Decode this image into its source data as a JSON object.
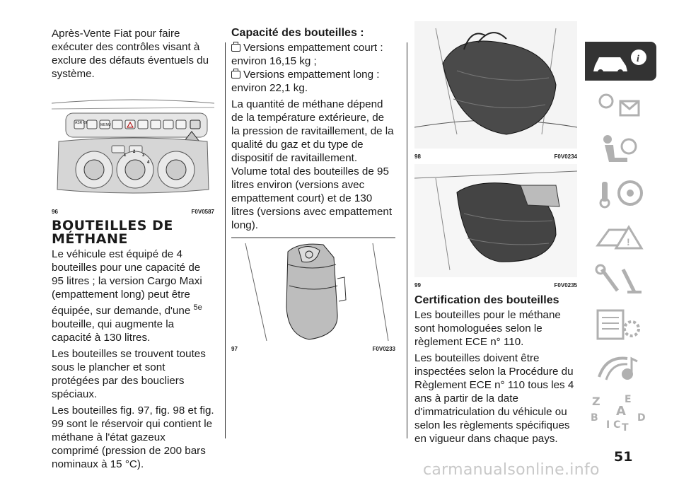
{
  "col1": {
    "intro": "Après-Vente Fiat pour faire exécuter des contrôles visant à exclure des défauts éventuels du système.",
    "fig96": {
      "num": "96",
      "code": "F0V0587"
    },
    "heading": "BOUTEILLES DE MÉTHANE",
    "p1_a": "Le véhicule est équipé de 4 bouteilles pour une capacité de 95 litres ; la version Cargo Maxi (empattement long) peut être équipée, sur demande, d'une ",
    "p1_sup": "5e",
    "p1_b": " bouteille, qui augmente la capacité à 130 litres.",
    "p2": "Les bouteilles se trouvent toutes sous le plancher et sont protégées par des boucliers spéciaux.",
    "p3": "Les bouteilles fig. 97, fig. 98 et fig. 99 sont le réservoir qui contient le méthane à l'état gazeux comprimé (pression de 200 bars nominaux à 15 °C)."
  },
  "col2": {
    "heading": "Capacité des bouteilles :",
    "bullet1": "Versions empattement court : environ 16,15 kg ;",
    "bullet2": "Versions empattement long : environ 22,1 kg.",
    "p1": "La quantité de méthane dépend de la température extérieure, de la pression de ravitaillement, de la qualité du gaz et du type de dispositif de ravitaillement. Volume total des bouteilles de 95 litres environ (versions avec empattement court) et de 130 litres (versions avec empattement long).",
    "fig97": {
      "num": "97",
      "code": "F0V0233"
    }
  },
  "col3": {
    "fig98": {
      "num": "98",
      "code": "F0V0234"
    },
    "fig99": {
      "num": "99",
      "code": "F0V0235"
    },
    "heading": "Certification des bouteilles",
    "p1": "Les bouteilles pour le méthane sont homologuées selon le règlement ECE n° 110.",
    "p2": "Les bouteilles doivent être inspectées selon la Procédure du Règlement ECE n° 110 tous les 4 ans à partir de la date d'immatriculation du véhicule ou selon les règlements spécifiques en vigueur dans chaque pays."
  },
  "dash": {
    "btn_asr": "ASR OFF",
    "btn_menu": "MENU",
    "dial_1": "1",
    "dial_2": "2",
    "dial_3": "3",
    "dial_4": "4"
  },
  "page_number": "51",
  "watermark": "carmanualsonline.info",
  "sidebar_icons": [
    "car-info-icon",
    "warning-lights-icon",
    "airbag-seat-icon",
    "key-steering-icon",
    "road-hazard-icon",
    "tools-icon",
    "service-list-icon",
    "audio-icon",
    "index-letters-icon"
  ],
  "colors": {
    "active_tab": "#333333",
    "icon_gray": "#b0b0b0"
  }
}
